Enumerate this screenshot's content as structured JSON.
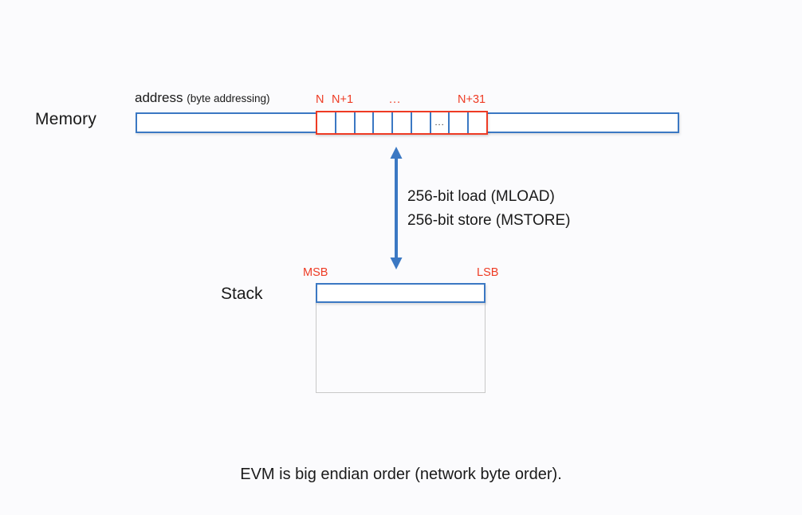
{
  "canvas": {
    "background": "#fbfbfd",
    "accent_blue": "#3b78c3",
    "accent_red": "#ee3b24",
    "text_color": "#1a1a1a"
  },
  "memory": {
    "label": "Memory",
    "address_label": "address",
    "address_sublabel": "(byte addressing)",
    "byte_labels": {
      "first": "N",
      "second": "N+1",
      "ellipsis": "...",
      "last": "N+31"
    },
    "word_cells": [
      "",
      "",
      "",
      "",
      "",
      "",
      "...",
      "",
      ""
    ]
  },
  "transfer": {
    "arrow": "double-headed-vertical-arrow",
    "line1": "256-bit load (MLOAD)",
    "line2": "256-bit store (MSTORE)"
  },
  "stack": {
    "label": "Stack",
    "msb": "MSB",
    "lsb": "LSB",
    "top_slot_value": ""
  },
  "caption": {
    "text": "EVM is big endian order (network byte order)."
  }
}
